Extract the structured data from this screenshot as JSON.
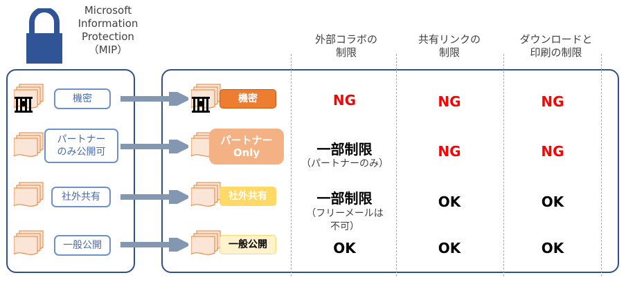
{
  "header": {
    "mip_title": "Microsoft\nInformation\nProtection\n（MIP）",
    "columns": [
      "外部コラボの\n制限",
      "共有リンクの\n制限",
      "ダウンロードと\n印刷の制限"
    ]
  },
  "rows": [
    {
      "source_label": "機密",
      "tag_label": "機密",
      "tag_color": "#ed7d31",
      "tag_text_color": "#ffffff",
      "external_collab": "NG",
      "external_collab_note": "",
      "share_link": "NG",
      "download_print": "NG"
    },
    {
      "source_label": "パートナー\nのみ公開可",
      "tag_label": "パートナー\nOnly",
      "tag_color": "#f4b183",
      "tag_text_color": "#ffffff",
      "external_collab": "一部制限",
      "external_collab_note": "（パートナーのみ）",
      "share_link": "NG",
      "download_print": "NG"
    },
    {
      "source_label": "社外共有",
      "tag_label": "社外共有",
      "tag_color": "#ffd966",
      "tag_text_color": "#ffffff",
      "external_collab": "一部制限",
      "external_collab_note": "（フリーメールは\n不可）",
      "share_link": "OK",
      "download_print": "OK"
    },
    {
      "source_label": "一般公開",
      "tag_label": "一般公開",
      "tag_color": "#fff2cc",
      "tag_text_color": "#000000",
      "external_collab": "OK",
      "external_collab_note": "",
      "share_link": "OK",
      "download_print": "OK"
    }
  ],
  "colors": {
    "frame": "#2e4f8c",
    "lock": "#2f5597",
    "arrow": "#8497b0",
    "doc_fill": "#fbe5d6",
    "doc_stroke": "#ed7d31",
    "ng": "#ff0000"
  },
  "icons": [
    "lock-icon",
    "document-stack-icon",
    "arrow-right-icon",
    "locked-gate-icon"
  ]
}
